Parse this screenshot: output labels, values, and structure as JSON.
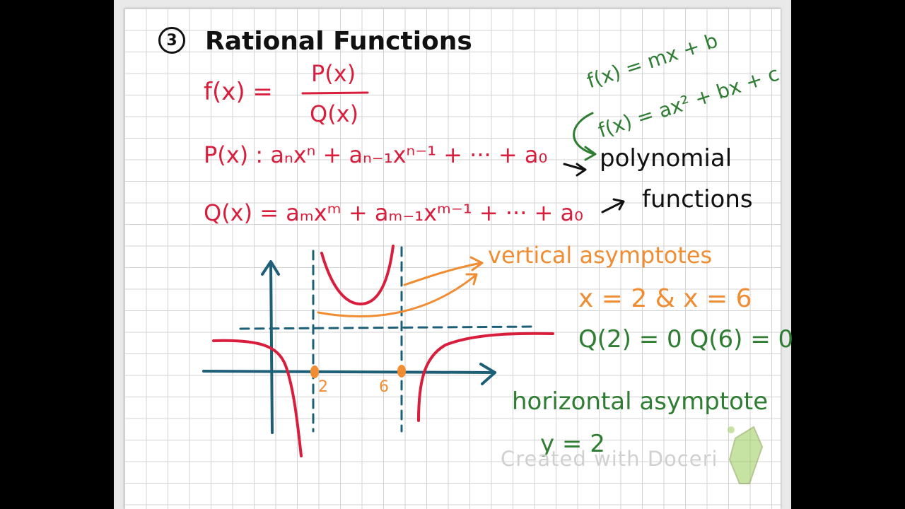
{
  "title": {
    "number": "3",
    "text": "Rational Functions"
  },
  "definition": {
    "f_lhs": "f(x) =",
    "numerator": "P(x)",
    "denominator": "Q(x)"
  },
  "polynomials": {
    "p": "P(x) : aₙxⁿ + aₙ₋₁xⁿ⁻¹ + ··· + a₀",
    "q": "Q(x) = aₘxᵐ + aₘ₋₁xᵐ⁻¹ + ··· + a₀"
  },
  "green_examples": {
    "linear": "f(x) = mx + b",
    "quadratic": "f(x) = ax² + bx + c"
  },
  "polynomial_label": {
    "line1": "polynomial",
    "line2": "functions"
  },
  "annotations": {
    "vertical_asymptotes": "vertical asymptotes",
    "vertical_values": "x = 2 & x = 6",
    "q_zeros": "Q(2) = 0   Q(6) = 0",
    "horizontal_asymptote": "horizontal asymptote",
    "horizontal_value": "y = 2",
    "tick_2": "2",
    "tick_6": "6"
  },
  "watermark": "Created with Doceri",
  "colors": {
    "red": "#d81e3c",
    "black": "#111111",
    "green": "#2e7d32",
    "orange": "#f08c32",
    "axis_blue": "#1e5f78"
  }
}
